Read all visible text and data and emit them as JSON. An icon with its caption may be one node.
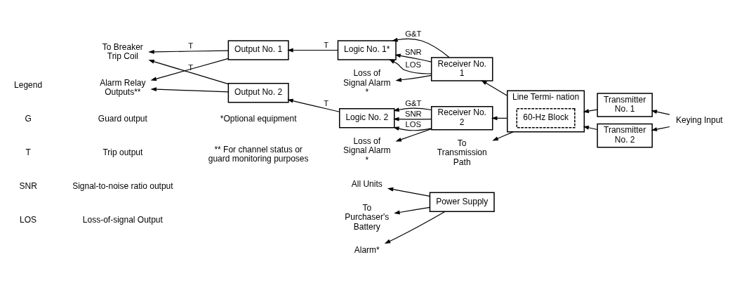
{
  "diagram": {
    "nodes": [
      {
        "text": [
          "Keying Input"
        ]
      },
      {
        "text": [
          "Transmitter No. 1"
        ]
      },
      {
        "text": [
          "Transmitter No. 2"
        ]
      },
      {
        "text": [
          "Line Termi- nation"
        ]
      },
      {
        "text": [
          "60-Hz Block"
        ],
        "in": 3
      },
      {
        "text": [
          "Receiver No. 1"
        ]
      },
      {
        "text": [
          "Receiver No. 2"
        ]
      },
      {
        "text": [
          "Logic No. 1*"
        ]
      },
      {
        "text": [
          "Logic No. 2"
        ]
      },
      {
        "text": [
          "Output No. 1"
        ]
      },
      {
        "text": [
          "Output No. 2"
        ]
      },
      {
        "text": [
          "To Breaker Trip Coil"
        ]
      },
      {
        "text": [
          "Alarm Relay Outputs**"
        ]
      },
      {
        "text": [
          "Loss of Signal Alarm *"
        ]
      },
      {
        "text": [
          "Loss of Signal Alarm *"
        ]
      },
      {
        "text": [
          "Power Supply"
        ]
      },
      {
        "text": [
          "All Units"
        ]
      },
      {
        "text": [
          "To Purchaser's Battery"
        ]
      },
      {
        "text": [
          "Alarm*"
        ]
      },
      {
        "text": [
          "To Transmission Path"
        ]
      }
    ],
    "edges": [
      {
        "from": 0,
        "to": 1,
        "arrow": "to"
      },
      {
        "from": 0,
        "to": 2,
        "arrow": "to"
      },
      {
        "from": 1,
        "to": 3,
        "arrow": "to"
      },
      {
        "from": 2,
        "to": 3,
        "arrow": "to"
      },
      {
        "from": 3,
        "to": 5,
        "arrow": "to"
      },
      {
        "from": 3,
        "to": 6,
        "arrow": "to"
      },
      {
        "from": 3,
        "to": 19,
        "arrow": "to"
      },
      {
        "from": 5,
        "to": 13,
        "arrow": "to"
      },
      {
        "from": 5,
        "to": 7,
        "arrow": "to",
        "label": "G&T"
      },
      {
        "from": 5,
        "to": 7,
        "arrow": "to",
        "label": "SNR"
      },
      {
        "from": 5,
        "to": 7,
        "arrow": "to",
        "label": "LOS"
      },
      {
        "from": 6,
        "to": 8,
        "arrow": "to",
        "label": "G&T"
      },
      {
        "from": 6,
        "to": 8,
        "arrow": "to",
        "label": "SNR"
      },
      {
        "from": 6,
        "to": 8,
        "arrow": "to",
        "label": "LOS"
      },
      {
        "from": 6,
        "to": 14,
        "arrow": "to"
      },
      {
        "from": 7,
        "to": 9,
        "arrow": "to",
        "label": "T"
      },
      {
        "from": 8,
        "to": 10,
        "arrow": "to",
        "label": "T"
      },
      {
        "from": 9,
        "to": 11,
        "arrow": "to",
        "label": "T"
      },
      {
        "from": 10,
        "to": 11,
        "arrow": "to",
        "label": "T"
      },
      {
        "from": 9,
        "to": 12,
        "arrow": "to"
      },
      {
        "from": 10,
        "to": 12,
        "arrow": "to"
      },
      {
        "from": 15,
        "to": 16,
        "arrow": "to"
      },
      {
        "from": 15,
        "to": 17,
        "arrow": "to"
      },
      {
        "from": 15,
        "to": 18,
        "arrow": "to"
      }
    ],
    "labels": [
      "Legend",
      "G",
      "Guard output",
      "T",
      "Trip output",
      "SNR",
      "Signal-to-noise ratio output",
      "LOS",
      "Loss-of-signal Output",
      "*Optional equipment",
      "** For channel status or guard monitoring purposes"
    ]
  }
}
